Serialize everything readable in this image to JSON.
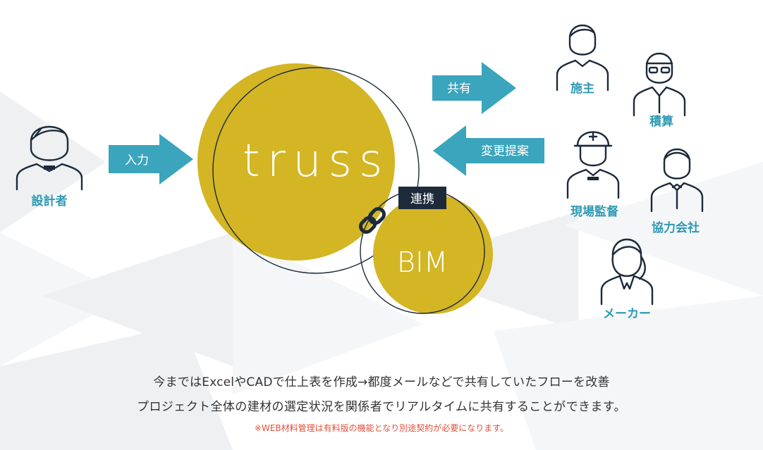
{
  "diagram": {
    "center_label": "truss",
    "sub_label": "BIM",
    "link_badge": "連携",
    "arrows": {
      "input": "入力",
      "share": "共有",
      "proposal": "変更提案"
    },
    "roles": {
      "designer": "設計者",
      "owner": "施主",
      "estimator": "積算",
      "site_supervisor": "現場監督",
      "partner": "協力会社",
      "maker": "メーカー"
    },
    "colors": {
      "gold": "#d4b524",
      "teal": "#3aa5bd",
      "navy": "#1c2a3a",
      "role_text": "#2f9ab3",
      "note": "#e0503c"
    }
  },
  "caption": {
    "line1": "今まではExcelやCADで仕上表を作成→都度メールなどで共有していたフローを改善",
    "line2": "プロジェクト全体の建材の選定状況を関係者でリアルタイムに共有することができます。",
    "note": "※WEB材料管理は有料版の機能となり別途契約が必要になります。"
  }
}
